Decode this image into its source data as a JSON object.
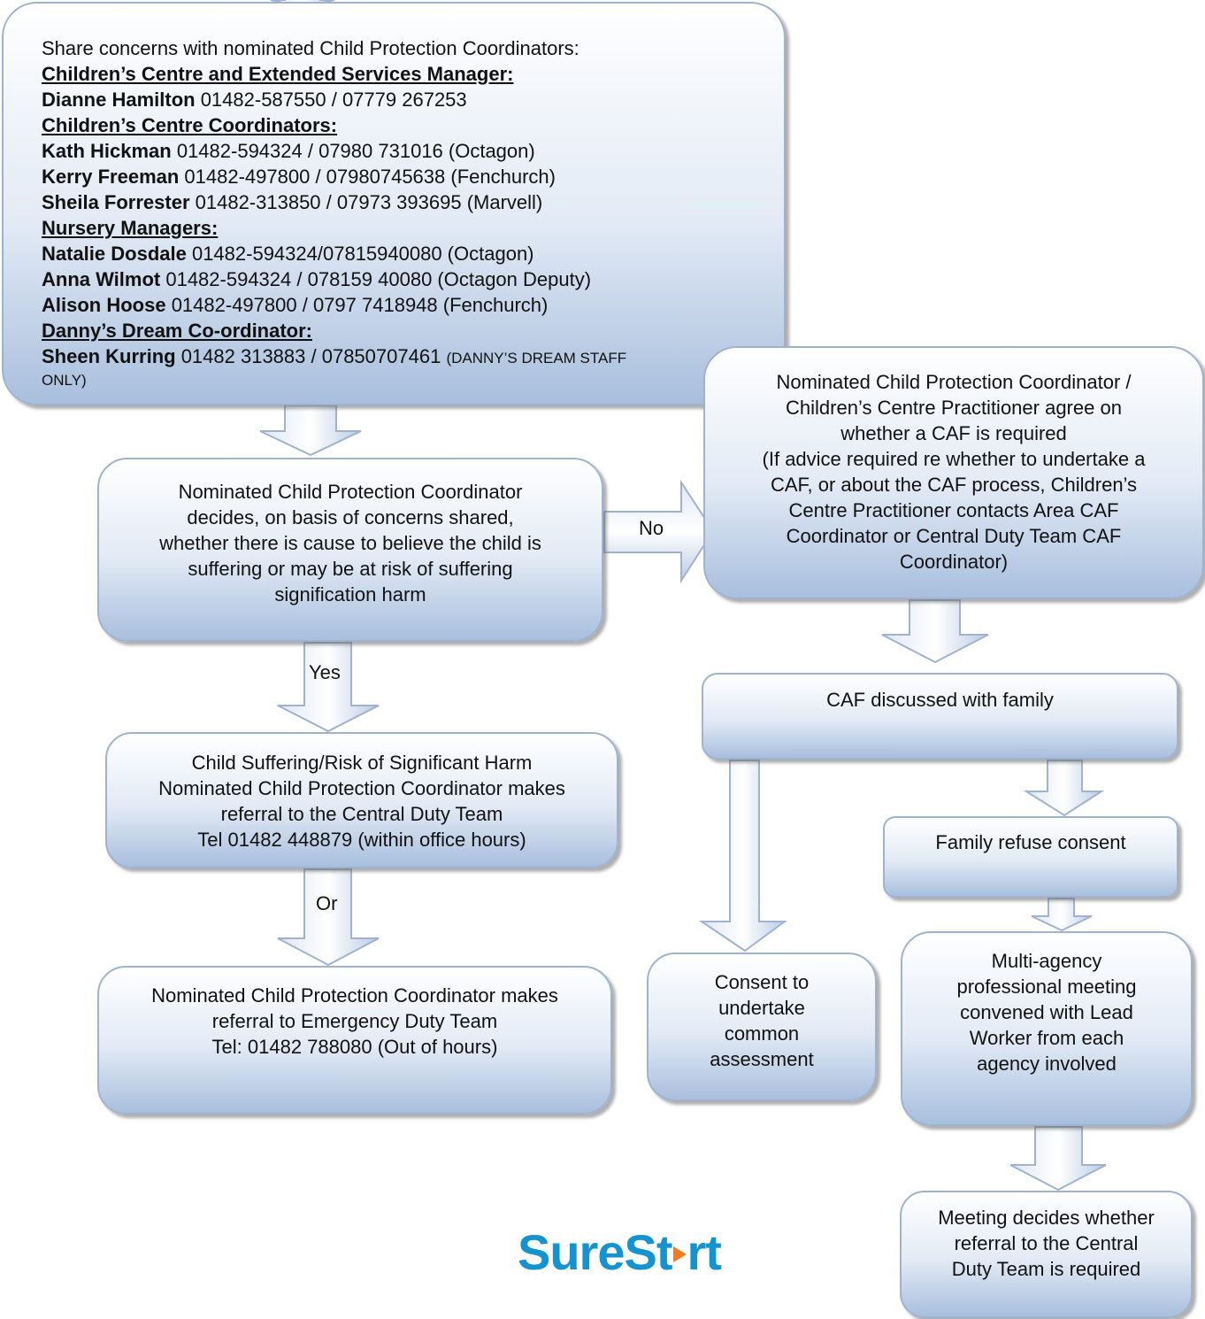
{
  "contacts": {
    "intro": "Share concerns with nominated Child Protection Coordinators:",
    "groups": [
      {
        "heading": "Children’s Centre and Extended Services Manager:",
        "people": [
          {
            "name": "Dianne Hamilton",
            "details": " 01482-587550 / 07779 267253"
          }
        ]
      },
      {
        "heading": "Children’s Centre Coordinators:",
        "people": [
          {
            "name": "Kath Hickman",
            "details": " 01482-594324 / 07980 731016 (Octagon)"
          },
          {
            "name": "Kerry Freeman",
            "details": " 01482-497800 / 07980745638  (Fenchurch)"
          },
          {
            "name": "Sheila Forrester",
            "details": " 01482-313850 / 07973 393695 (Marvell)"
          }
        ]
      },
      {
        "heading": "Nursery Managers:",
        "people": [
          {
            "name": "Natalie Dosdale",
            "details": " 01482-594324/07815940080 (Octagon)"
          },
          {
            "name": "Anna Wilmot",
            "details": " 01482-594324 / 078159 40080 (Octagon Deputy)"
          },
          {
            "name": "Alison Hoose",
            "details": " 01482-497800 / 0797 7418948 (Fenchurch)"
          }
        ]
      },
      {
        "heading": "Danny’s Dream Co-ordinator:",
        "people": [
          {
            "name": "Sheen Kurring",
            "details": " 01482 313883 / 07850707461 ",
            "note": "(DANNY’S DREAM STAFF"
          }
        ]
      }
    ],
    "note_cut": "ONLY)"
  },
  "boxes": {
    "decides": [
      "Nominated Child Protection Coordinator",
      "decides, on basis of concerns shared,",
      "whether there is cause to believe the child is",
      "suffering or may be at risk of suffering",
      "signification harm"
    ],
    "caf_agree": [
      "Nominated Child Protection Coordinator /",
      "Children’s Centre Practitioner agree on",
      "whether a CAF is required",
      "(If advice required re whether to undertake a",
      "CAF, or about the CAF process, Children’s",
      "Centre Practitioner contacts Area CAF",
      "Coordinator or Central Duty Team CAF",
      "Coordinator)"
    ],
    "caf_discussed": [
      "CAF discussed with family"
    ],
    "child_suffering": [
      "Child Suffering/Risk of Significant Harm",
      "Nominated Child Protection Coordinator makes",
      "referral to the Central Duty Team",
      "Tel 01482 448879 (within office hours)"
    ],
    "family_refuse": [
      "Family refuse consent"
    ],
    "edt": [
      "Nominated Child Protection Coordinator makes",
      "referral to Emergency Duty Team",
      "Tel: 01482 788080 (Out of hours)"
    ],
    "consent": [
      "Consent to",
      "undertake",
      "common",
      "assessment"
    ],
    "multi": [
      "Multi-agency",
      "professional meeting",
      "convened with Lead",
      "Worker from each",
      "agency involved"
    ],
    "meeting": [
      "Meeting decides whether",
      "referral to the Central",
      "Duty Team is required"
    ]
  },
  "labels": {
    "no": "No",
    "yes": "Yes",
    "or": "Or"
  },
  "logo": {
    "part1": "SureSt",
    "part2": "rt"
  },
  "colors": {
    "box_border": "#9fb3cf",
    "box_fill_bottom": "#a9bfdd",
    "arrow_fill": "#c9d7ea",
    "logo_blue": "#1593cf",
    "logo_orange": "#f07b21"
  }
}
